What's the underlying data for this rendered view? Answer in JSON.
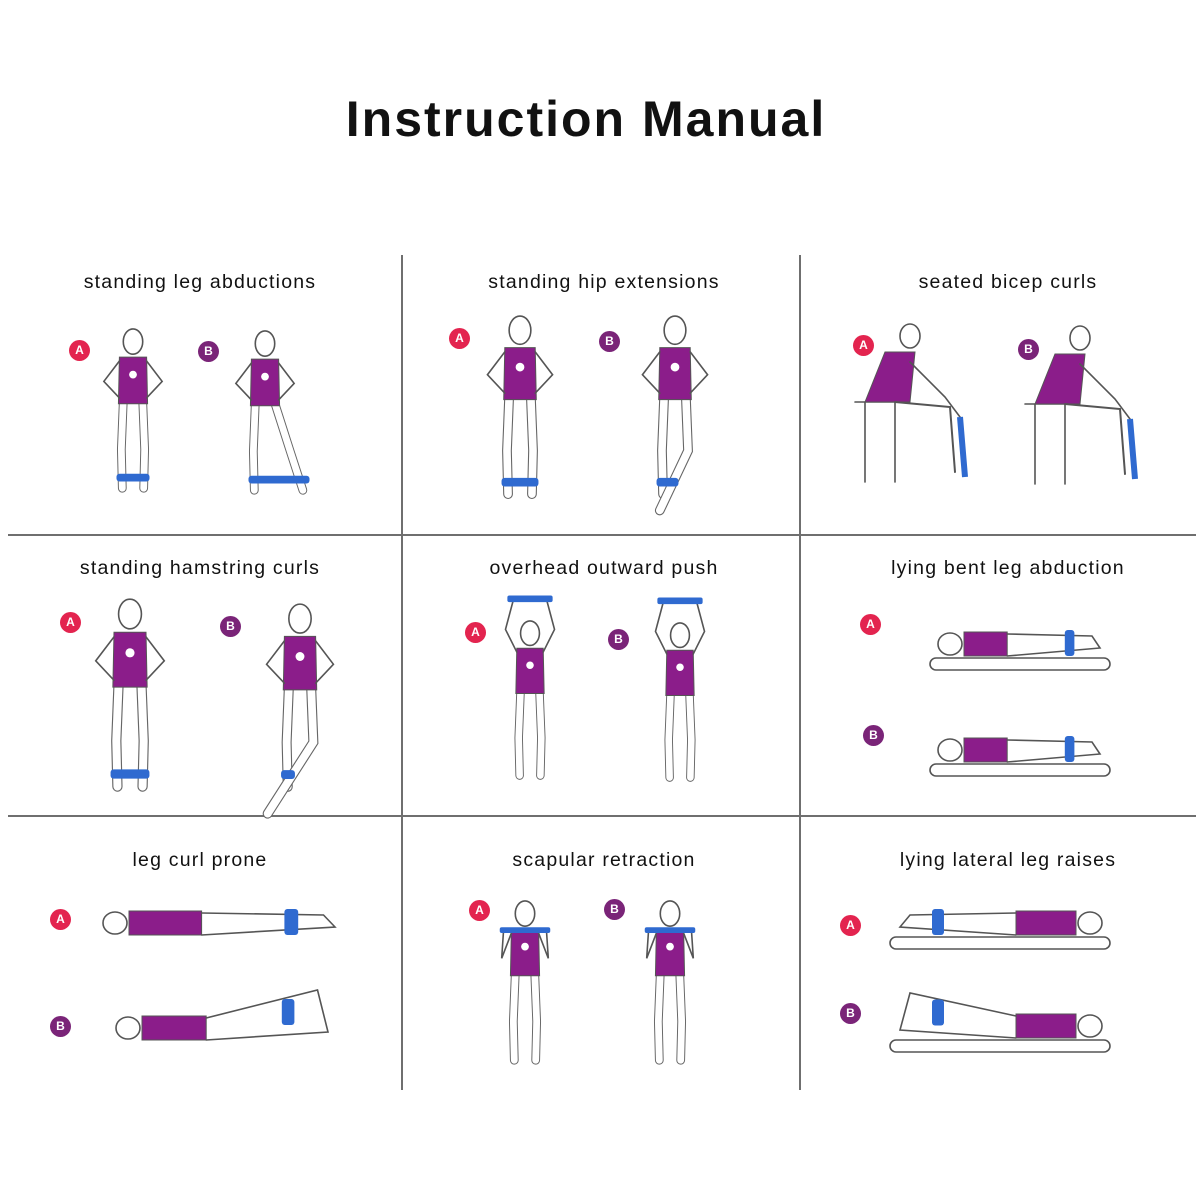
{
  "title": "Instruction Manual",
  "colors": {
    "badge_a": "#e3244f",
    "badge_b": "#7a2478",
    "shirt": "#8b1d8a",
    "band": "#2f6ad0",
    "line": "#6f6f6f"
  },
  "exercises": [
    {
      "name": "standing leg abductions",
      "a": "A",
      "b": "B"
    },
    {
      "name": "standing hip extensions",
      "a": "A",
      "b": "B"
    },
    {
      "name": "seated bicep curls",
      "a": "A",
      "b": "B"
    },
    {
      "name": "standing hamstring curls",
      "a": "A",
      "b": "B"
    },
    {
      "name": "overhead outward push",
      "a": "A",
      "b": "B"
    },
    {
      "name": "lying bent leg abduction",
      "a": "A",
      "b": "B"
    },
    {
      "name": "leg curl prone",
      "a": "A",
      "b": "B"
    },
    {
      "name": "scapular retraction",
      "a": "A",
      "b": "B"
    },
    {
      "name": "lying lateral leg raises",
      "a": "A",
      "b": "B"
    }
  ]
}
